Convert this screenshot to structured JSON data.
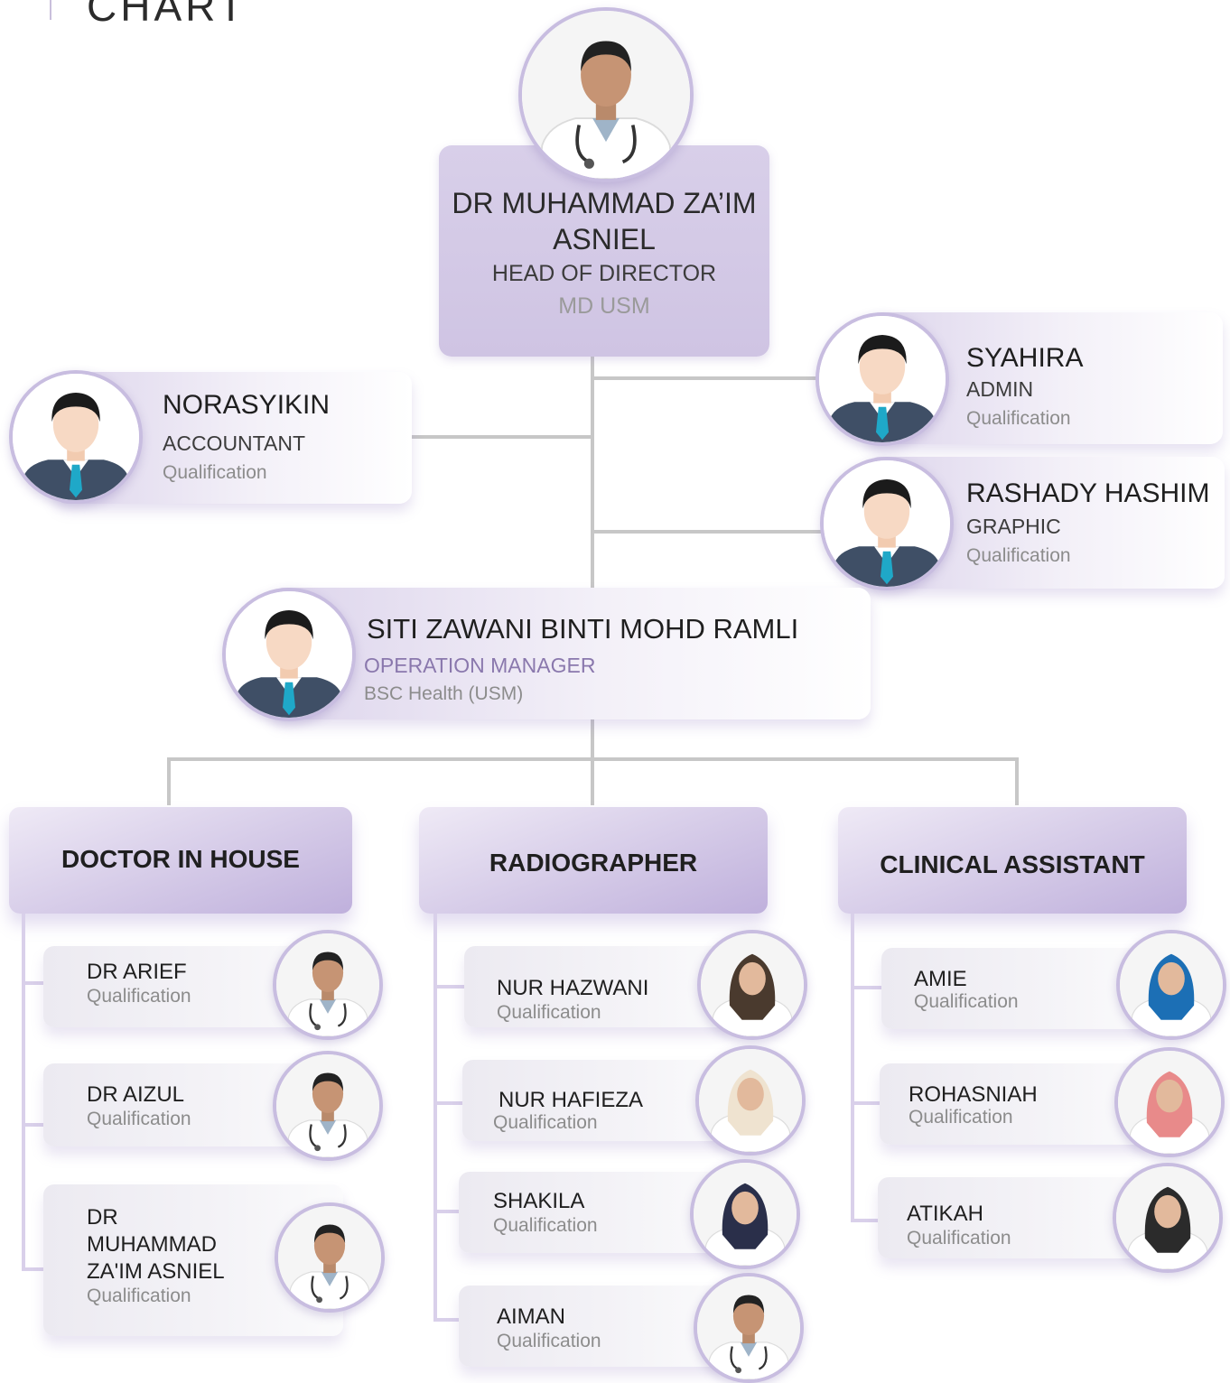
{
  "page_title": "CHART",
  "colors": {
    "accent": "#cfc4e3",
    "line": "#c7c7c7",
    "ring": "#c8bde0"
  },
  "head": {
    "name": "DR MUHAMMAD ZA’IM ASNIEL",
    "role": "HEAD OF DIRECTOR",
    "qualification": "MD USM",
    "photo": "doctor-photo"
  },
  "accountant": {
    "name": "NORASYIKIN",
    "role": "ACCOUNTANT",
    "qualification": "Qualification",
    "icon": "male-avatar-icon"
  },
  "admin": {
    "name": "SYAHIRA",
    "role": "ADMIN",
    "qualification": "Qualification",
    "icon": "male-avatar-icon"
  },
  "graphic": {
    "name": "RASHADY HASHIM",
    "role": "GRAPHIC",
    "qualification": "Qualification",
    "icon": "male-avatar-icon"
  },
  "manager": {
    "name": "SITI ZAWANI BINTI MOHD RAMLI",
    "role": "OPERATION MANAGER",
    "qualification": "BSC Health (USM)",
    "icon": "male-avatar-icon"
  },
  "departments": [
    {
      "label": "DOCTOR IN HOUSE",
      "staff": [
        {
          "name": "DR ARIEF",
          "qualification": "Qualification"
        },
        {
          "name": "DR AIZUL",
          "qualification": "Qualification"
        },
        {
          "name": "DR\nMUHAMMAD\nZA'IM ASNIEL",
          "qualification": "Qualification"
        }
      ]
    },
    {
      "label": "RADIOGRAPHER",
      "staff": [
        {
          "name": "NUR HAZWANI",
          "qualification": "Qualification"
        },
        {
          "name": "NUR HAFIEZA",
          "qualification": "Qualification"
        },
        {
          "name": "SHAKILA",
          "qualification": "Qualification"
        },
        {
          "name": "AIMAN",
          "qualification": "Qualification"
        }
      ]
    },
    {
      "label": "CLINICAL ASSISTANT",
      "staff": [
        {
          "name": "AMIE",
          "qualification": "Qualification"
        },
        {
          "name": "ROHASNIAH",
          "qualification": "Qualification"
        },
        {
          "name": "ATIKAH",
          "qualification": "Qualification"
        }
      ]
    }
  ]
}
